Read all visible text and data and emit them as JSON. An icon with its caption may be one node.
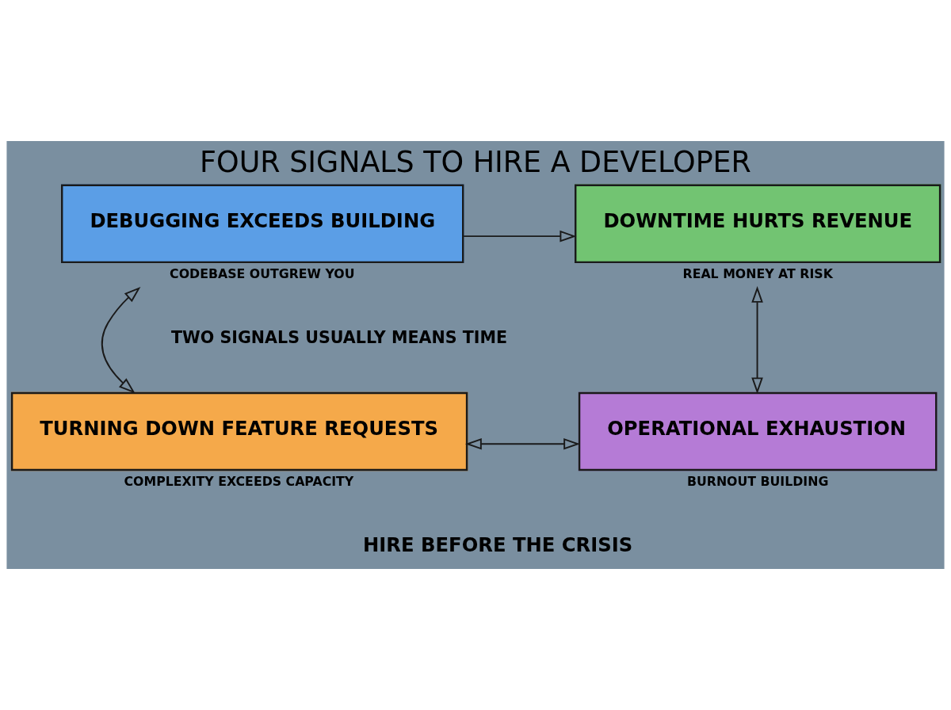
{
  "diagram": {
    "title": "FOUR SIGNALS TO HIRE A DEVELOPER",
    "caption": "HIRE BEFORE THE CRISIS",
    "nodes": [
      {
        "text": [
          "DEBUGGING EXCEEDS BUILDING"
        ],
        "beside": [
          "CODEBASE OUTGREW YOU"
        ]
      },
      {
        "text": [
          "DOWNTIME HURTS REVENUE"
        ],
        "beside": [
          "REAL MONEY AT RISK"
        ]
      },
      {
        "text": [
          "TURNING DOWN FEATURE REQUESTS"
        ],
        "beside": [
          "COMPLEXITY EXCEEDS CAPACITY"
        ]
      },
      {
        "text": [
          "OPERATIONAL EXHAUSTION"
        ],
        "beside": [
          "BURNOUT BUILDING"
        ]
      }
    ],
    "edges": [
      {
        "from": 0,
        "to": 1,
        "arrow": "to"
      },
      {
        "from": 0,
        "to": 2,
        "arrow": "both"
      },
      {
        "from": 1,
        "to": 3,
        "arrow": "both"
      },
      {
        "from": 2,
        "to": 3,
        "arrow": "both"
      }
    ],
    "labels": [
      "TWO SIGNALS USUALLY MEANS TIME"
    ]
  }
}
